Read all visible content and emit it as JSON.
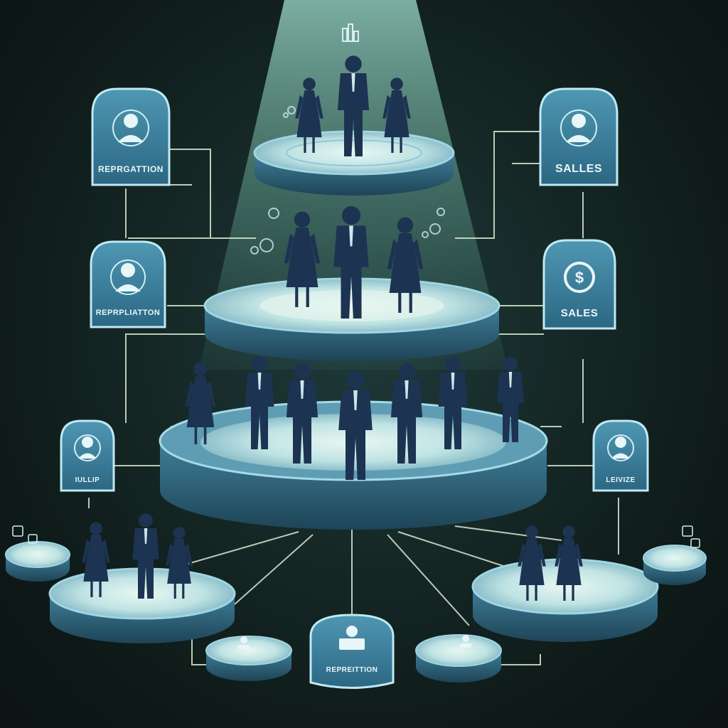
{
  "diagram": {
    "cards": {
      "top_left": {
        "label": "REPRGATTION",
        "icon": "person-icon"
      },
      "top_right": {
        "label": "SALLES",
        "icon": "person-icon"
      },
      "mid_left": {
        "label": "REPRPLIATTON",
        "icon": "person-icon"
      },
      "mid_right": {
        "label": "SALES",
        "icon": "dollar-cycle-icon"
      },
      "low_left": {
        "label": "IULLIP",
        "icon": "person-icon"
      },
      "low_right": {
        "label": "LEIVIZE",
        "icon": "person-icon"
      },
      "bottom_center": {
        "label": "REPREITTION",
        "icon": "building-icon"
      }
    },
    "colors": {
      "accent": "#3f7f99",
      "glow": "#bfe9f2",
      "silhouette": "#1d3352",
      "line": "#d9e8d0"
    }
  }
}
